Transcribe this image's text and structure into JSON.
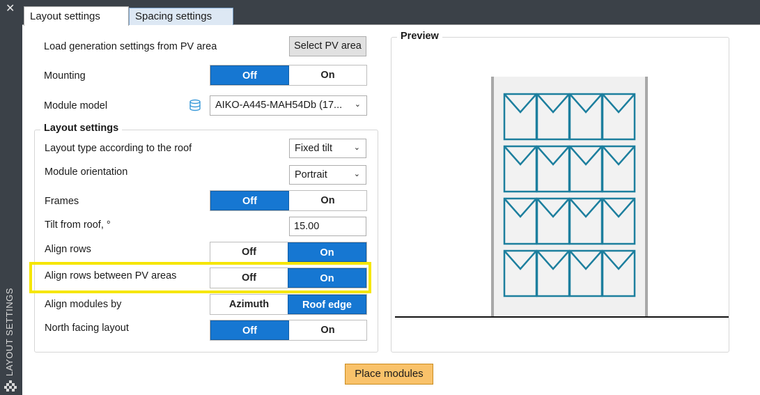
{
  "side": {
    "close_glyph": "✕",
    "vertical_label": "LAYOUT SETTINGS"
  },
  "tabs": [
    {
      "label": "Layout settings",
      "active": true
    },
    {
      "label": "Spacing settings",
      "active": false
    }
  ],
  "top_settings": {
    "load_label": "Load generation settings from PV area",
    "select_pv_button": "Select PV area",
    "mounting_label": "Mounting",
    "mounting": {
      "off": "Off",
      "on": "On",
      "value": "Off"
    },
    "module_model_label": "Module model",
    "module_model_icon": "database-icon",
    "module_model_value": "AIKO-A445-MAH54Db (17..."
  },
  "layout_group": {
    "title": "Layout settings",
    "layout_type_label": "Layout type according to the roof",
    "layout_type_value": "Fixed tilt",
    "orientation_label": "Module orientation",
    "orientation_value": "Portrait",
    "frames_label": "Frames",
    "frames": {
      "off": "Off",
      "on": "On",
      "value": "Off"
    },
    "tilt_label": "Tilt from roof, °",
    "tilt_value": "15.00",
    "align_rows_label": "Align rows",
    "align_rows": {
      "off": "Off",
      "on": "On",
      "value": "On"
    },
    "align_rows_pv_label": "Align rows between PV areas",
    "align_rows_pv": {
      "off": "Off",
      "on": "On",
      "value": "On"
    },
    "align_modules_label": "Align modules by",
    "align_modules": {
      "a": "Azimuth",
      "b": "Roof edge",
      "value": "Roof edge"
    },
    "north_label": "North facing layout",
    "north": {
      "off": "Off",
      "on": "On",
      "value": "Off"
    }
  },
  "preview": {
    "title": "Preview",
    "rows": 4,
    "cols": 4,
    "module_color": "#1d7f9e"
  },
  "place_modules_button": "Place modules",
  "colors": {
    "accent": "#1677d2",
    "highlight": "#f6e600",
    "place_button": "#f9c26a"
  }
}
